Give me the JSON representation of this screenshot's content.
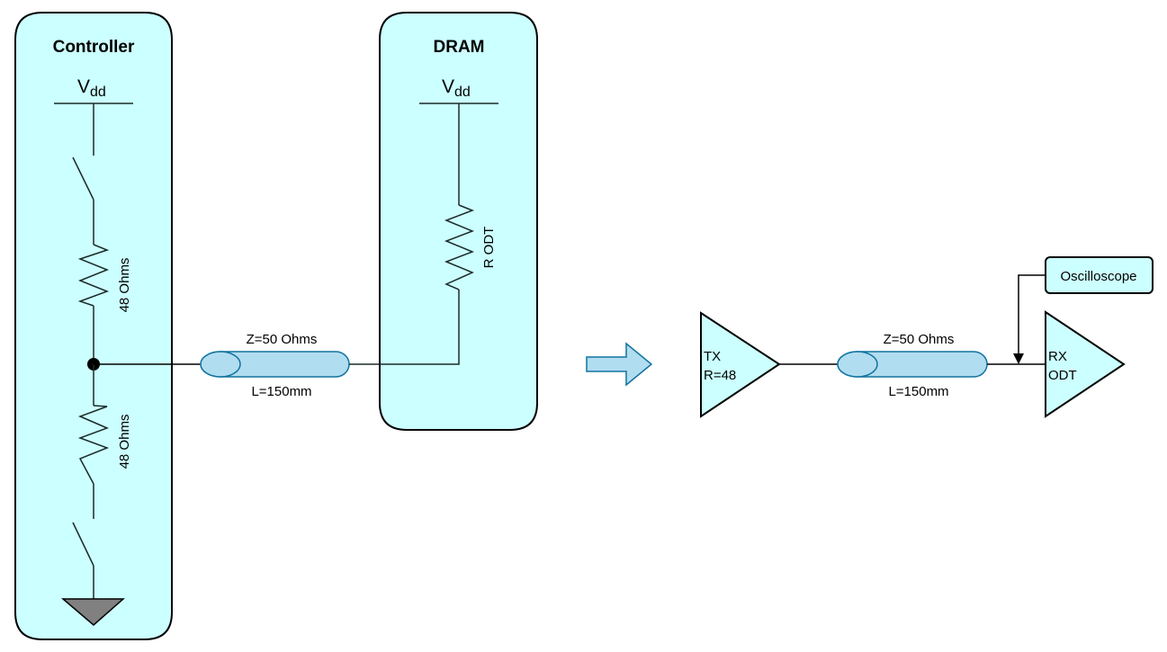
{
  "colors": {
    "block_fill": "#ccffff",
    "tline_fill": "#b1ddf0",
    "tline_stroke": "#10739e",
    "ground_fill": "#808080",
    "line": "#000000"
  },
  "left_schematic": {
    "controller": {
      "title": "Controller",
      "supply": {
        "symbol": "V",
        "subscript": "dd"
      },
      "pullup_resistor_label": "48 Ohms",
      "pulldown_resistor_label": "48 Ohms",
      "switches": [
        "pull-up-switch",
        "pull-down-switch"
      ],
      "ground": "ground-symbol"
    },
    "transmission_line": {
      "impedance_label": "Z=50 Ohms",
      "length_label": "L=150mm"
    },
    "dram": {
      "title": "DRAM",
      "supply": {
        "symbol": "V",
        "subscript": "dd"
      },
      "resistor_label": "R ODT"
    }
  },
  "transform_arrow": "right-arrow",
  "right_schematic": {
    "tx": {
      "line1": "TX",
      "line2": "R=48"
    },
    "transmission_line": {
      "impedance_label": "Z=50 Ohms",
      "length_label": "L=150mm"
    },
    "rx": {
      "line1": "RX",
      "line2": "ODT"
    },
    "probe": {
      "label": "Oscilloscope"
    }
  }
}
